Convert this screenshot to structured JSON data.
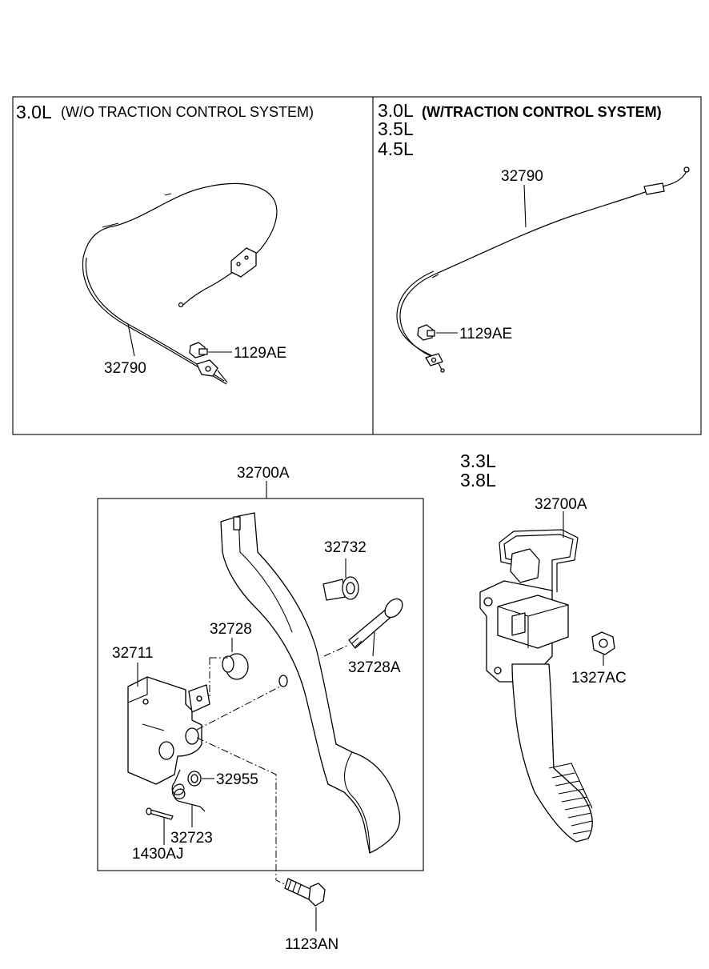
{
  "panels": {
    "top_left": {
      "engine": "3.0L",
      "system": "(W/O TRACTION CONTROL SYSTEM)"
    },
    "top_right": {
      "engine_lines": [
        "3.0L",
        "3.5L",
        "4.5L"
      ],
      "system": "(W/TRACTION CONTROL SYSTEM)"
    },
    "bottom_right": {
      "engine_lines": [
        "3.3L",
        "3.8L"
      ]
    }
  },
  "parts": {
    "cable_left": "32790",
    "bolt_left": "1129AE",
    "cable_right": "32790",
    "bolt_right": "1129AE",
    "pedal_assy": "32700A",
    "pedal_assy_electronic": "32700A",
    "stopper": "32732",
    "bumper": "32728",
    "bracket": "32711",
    "shaft": "32728A",
    "washer": "32955",
    "spring": "32723",
    "pin": "1430AJ",
    "bolt_bottom": "1123AN",
    "nut": "1327AC"
  }
}
